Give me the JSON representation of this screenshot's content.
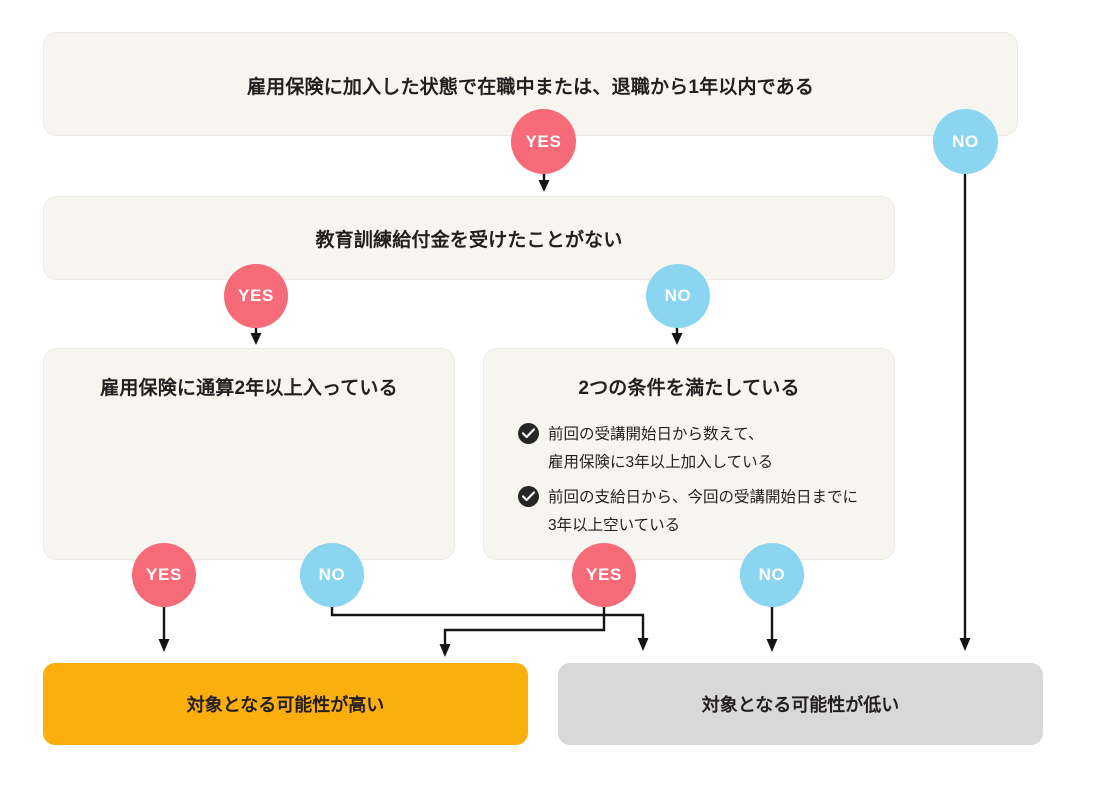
{
  "diagram": {
    "title_hidden": "",
    "nodes": {
      "q1": {
        "text": "雇用保険に加入した状態で在職中または、退職から1年以内である"
      },
      "q2": {
        "text": "教育訓練給付金を受けたことがない"
      },
      "q3a": {
        "text": "雇用保険に通算2年以上入っている"
      },
      "q3b": {
        "text": "2つの条件を満たしている",
        "checklist": [
          {
            "icon": "check-circle-icon",
            "lines": [
              "前回の受講開始日から数えて、",
              "雇用保険に3年以上加入している"
            ]
          },
          {
            "icon": "check-circle-icon",
            "lines": [
              "前回の支給日から、今回の受講開始日までに",
              "3年以上空いている"
            ]
          }
        ]
      },
      "result_high": {
        "text": "対象となる可能性が高い"
      },
      "result_low": {
        "text": "対象となる可能性が低い"
      }
    },
    "badges": [
      {
        "id": "q1-yes",
        "label": "YES",
        "type": "yes"
      },
      {
        "id": "q1-no",
        "label": "NO",
        "type": "no"
      },
      {
        "id": "q2-yes",
        "label": "YES",
        "type": "yes"
      },
      {
        "id": "q2-no",
        "label": "NO",
        "type": "no"
      },
      {
        "id": "q3a-yes",
        "label": "YES",
        "type": "yes"
      },
      {
        "id": "q3a-no",
        "label": "NO",
        "type": "no"
      },
      {
        "id": "q3b-yes",
        "label": "YES",
        "type": "yes"
      },
      {
        "id": "q3b-no",
        "label": "NO",
        "type": "no"
      }
    ],
    "colors": {
      "yes_badge": "#F76A78",
      "no_badge": "#8AD5EF",
      "box_fill": "#F6F5F0",
      "box_border": "#ECEAE3",
      "result_high": "#FBAF0D",
      "result_low": "#D8D8D8",
      "connector": "#141414",
      "text": "#231f20"
    }
  }
}
